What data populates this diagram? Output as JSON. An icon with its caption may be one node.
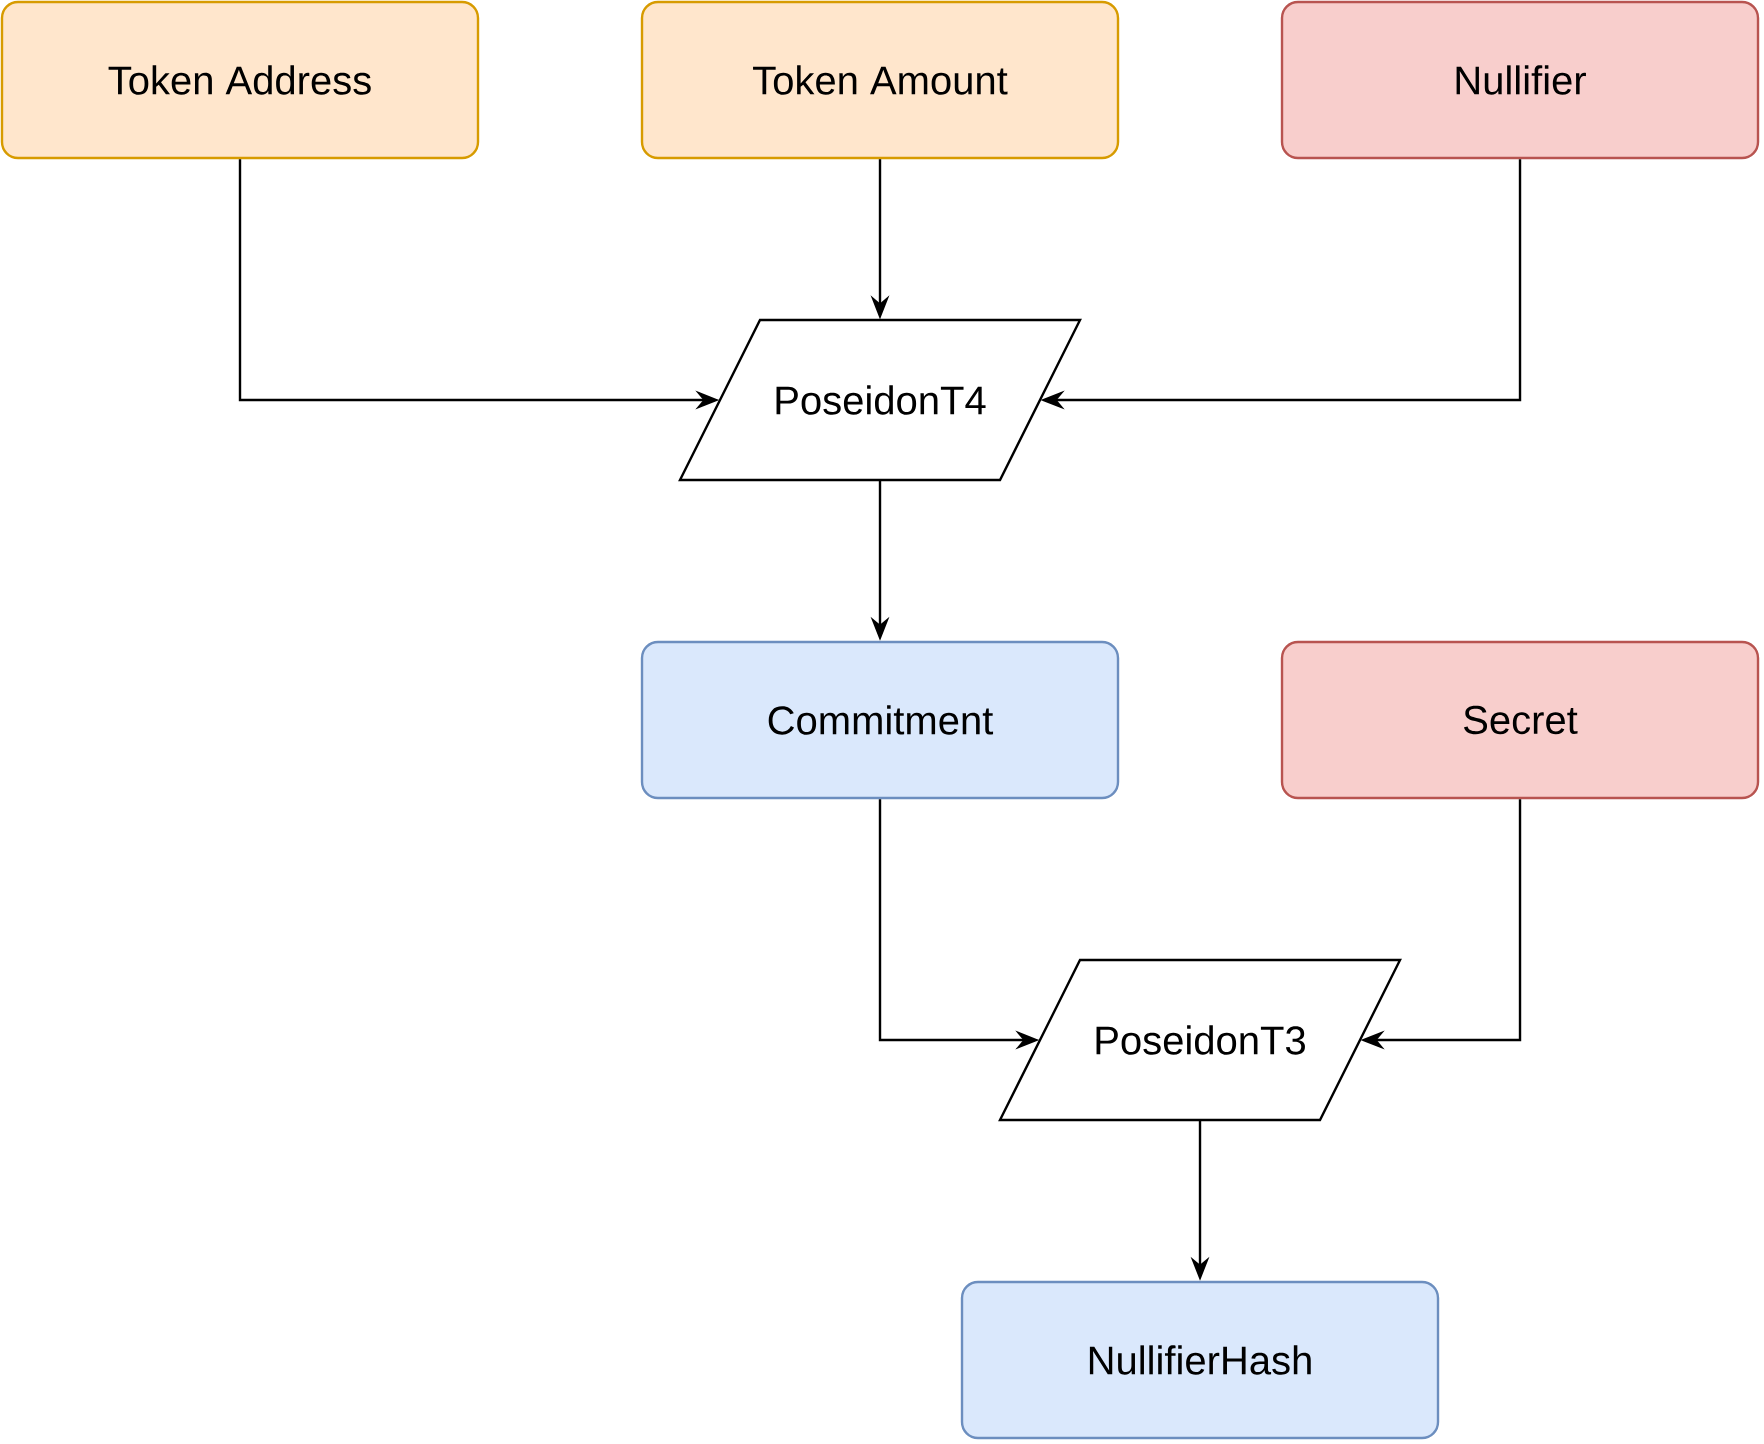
{
  "diagram": {
    "nodes": [
      {
        "text": [
          "Token Address"
        ]
      },
      {
        "text": [
          "Token Amount"
        ]
      },
      {
        "text": [
          "Nullifier"
        ]
      },
      {
        "text": [
          "PoseidonT4"
        ]
      },
      {
        "text": [
          "Commitment"
        ]
      },
      {
        "text": [
          "Secret"
        ]
      },
      {
        "text": [
          "PoseidonT3"
        ]
      },
      {
        "text": [
          "NullifierHash"
        ]
      }
    ],
    "edges": [
      {
        "from": 0,
        "to": 3,
        "arrow": "to"
      },
      {
        "from": 1,
        "to": 3,
        "arrow": "to"
      },
      {
        "from": 2,
        "to": 3,
        "arrow": "to"
      },
      {
        "from": 3,
        "to": 4,
        "arrow": "to"
      },
      {
        "from": 4,
        "to": 6,
        "arrow": "to"
      },
      {
        "from": 5,
        "to": 6,
        "arrow": "to"
      },
      {
        "from": 6,
        "to": 7,
        "arrow": "to"
      }
    ]
  }
}
